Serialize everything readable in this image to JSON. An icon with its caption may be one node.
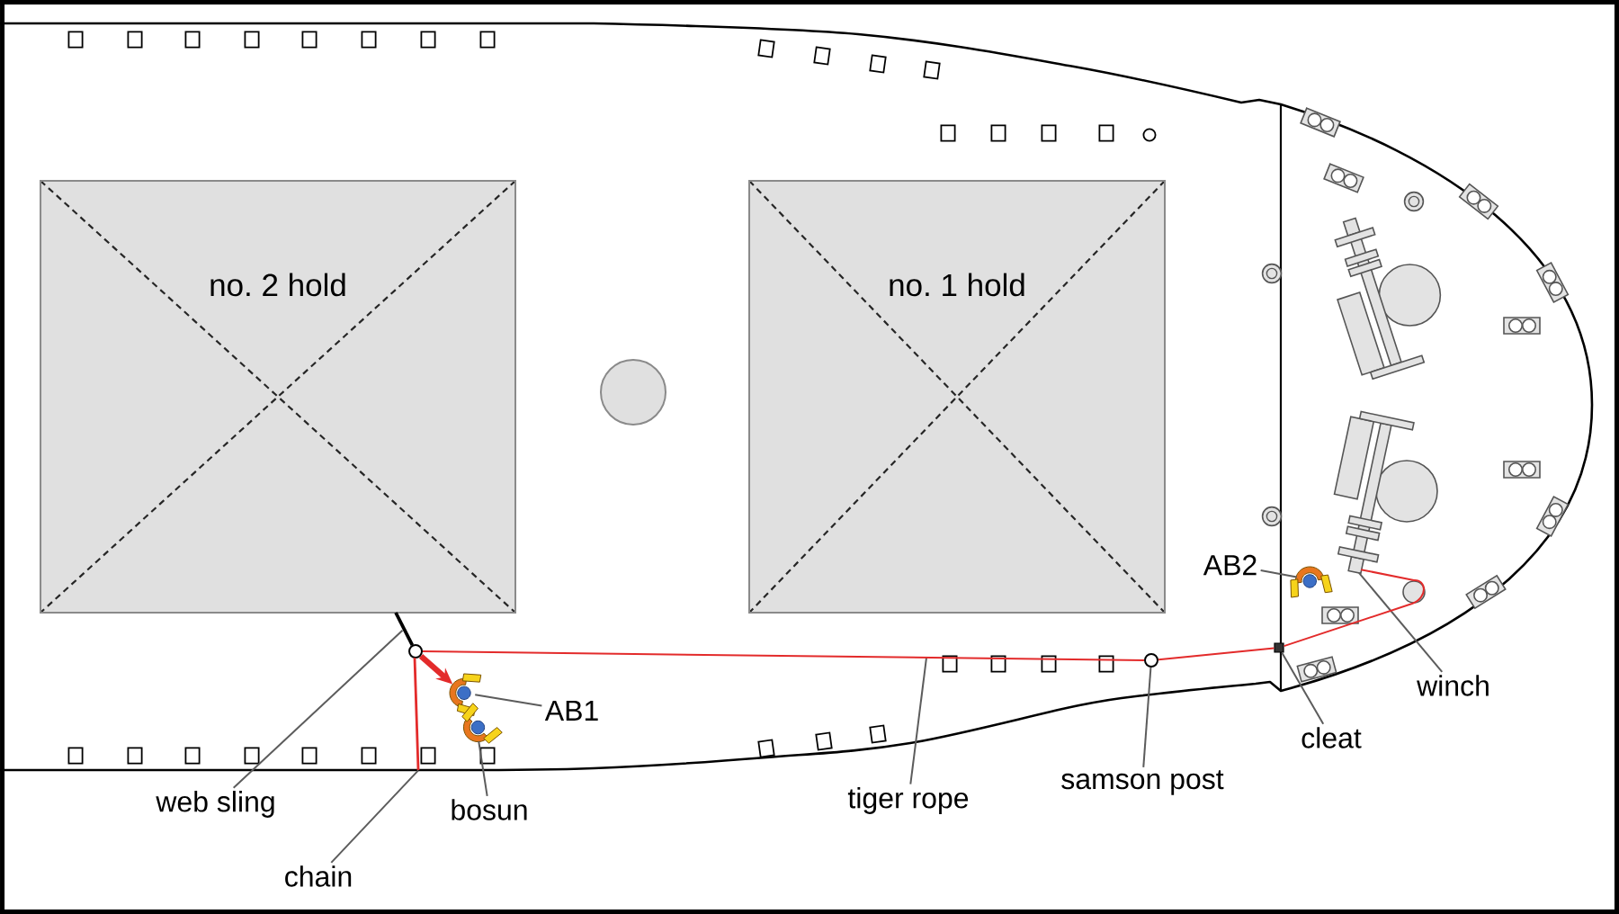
{
  "diagram": {
    "nodes": [
      {
        "text": [
          "no. 2 hold"
        ]
      },
      {
        "text": [
          "no. 1 hold"
        ]
      },
      {
        "text": [
          "AB2"
        ]
      },
      {
        "text": [
          "winch"
        ]
      },
      {
        "text": [
          "AB1"
        ]
      },
      {
        "text": [
          "cleat"
        ]
      },
      {
        "text": [
          "samson post"
        ]
      },
      {
        "text": [
          "tiger rope"
        ]
      },
      {
        "text": [
          "web sling"
        ]
      },
      {
        "text": [
          "bosun"
        ]
      },
      {
        "text": [
          "chain"
        ]
      },
      {
        "text": [],
        "shape": "person"
      },
      {
        "text": [],
        "shape": "picture"
      },
      {
        "text": [],
        "shape": "person"
      },
      {
        "text": [],
        "shape": "box"
      },
      {
        "text": [],
        "shape": "circle"
      },
      {
        "text": [],
        "shape": "person"
      },
      {
        "text": [],
        "shape": "circle"
      },
      {
        "text": [],
        "shape": "line"
      },
      {
        "text": [],
        "shape": "line"
      }
    ],
    "edges": [
      {
        "from": 2,
        "to": 11,
        "arrow": "none"
      },
      {
        "from": 3,
        "to": 12,
        "arrow": "none"
      },
      {
        "from": 4,
        "to": 13,
        "arrow": "none"
      },
      {
        "from": 5,
        "to": 14,
        "arrow": "none"
      },
      {
        "from": 6,
        "to": 15,
        "arrow": "none"
      },
      {
        "from": 7,
        "to": null,
        "arrow": "none"
      },
      {
        "from": 8,
        "to": 18,
        "arrow": "none"
      },
      {
        "from": 9,
        "to": 16,
        "arrow": "none"
      },
      {
        "from": 10,
        "to": 19,
        "arrow": "none"
      },
      {
        "from": 17,
        "to": 15,
        "arrow": "none",
        "color": "#e32b2b"
      },
      {
        "from": 15,
        "to": 14,
        "arrow": "none",
        "color": "#e32b2b"
      },
      {
        "from": 14,
        "to": 12,
        "arrow": "none",
        "color": "#e32b2b"
      },
      {
        "from": 17,
        "to": 13,
        "arrow": "to",
        "style": "thick",
        "color": "#e32b2b"
      }
    ]
  }
}
